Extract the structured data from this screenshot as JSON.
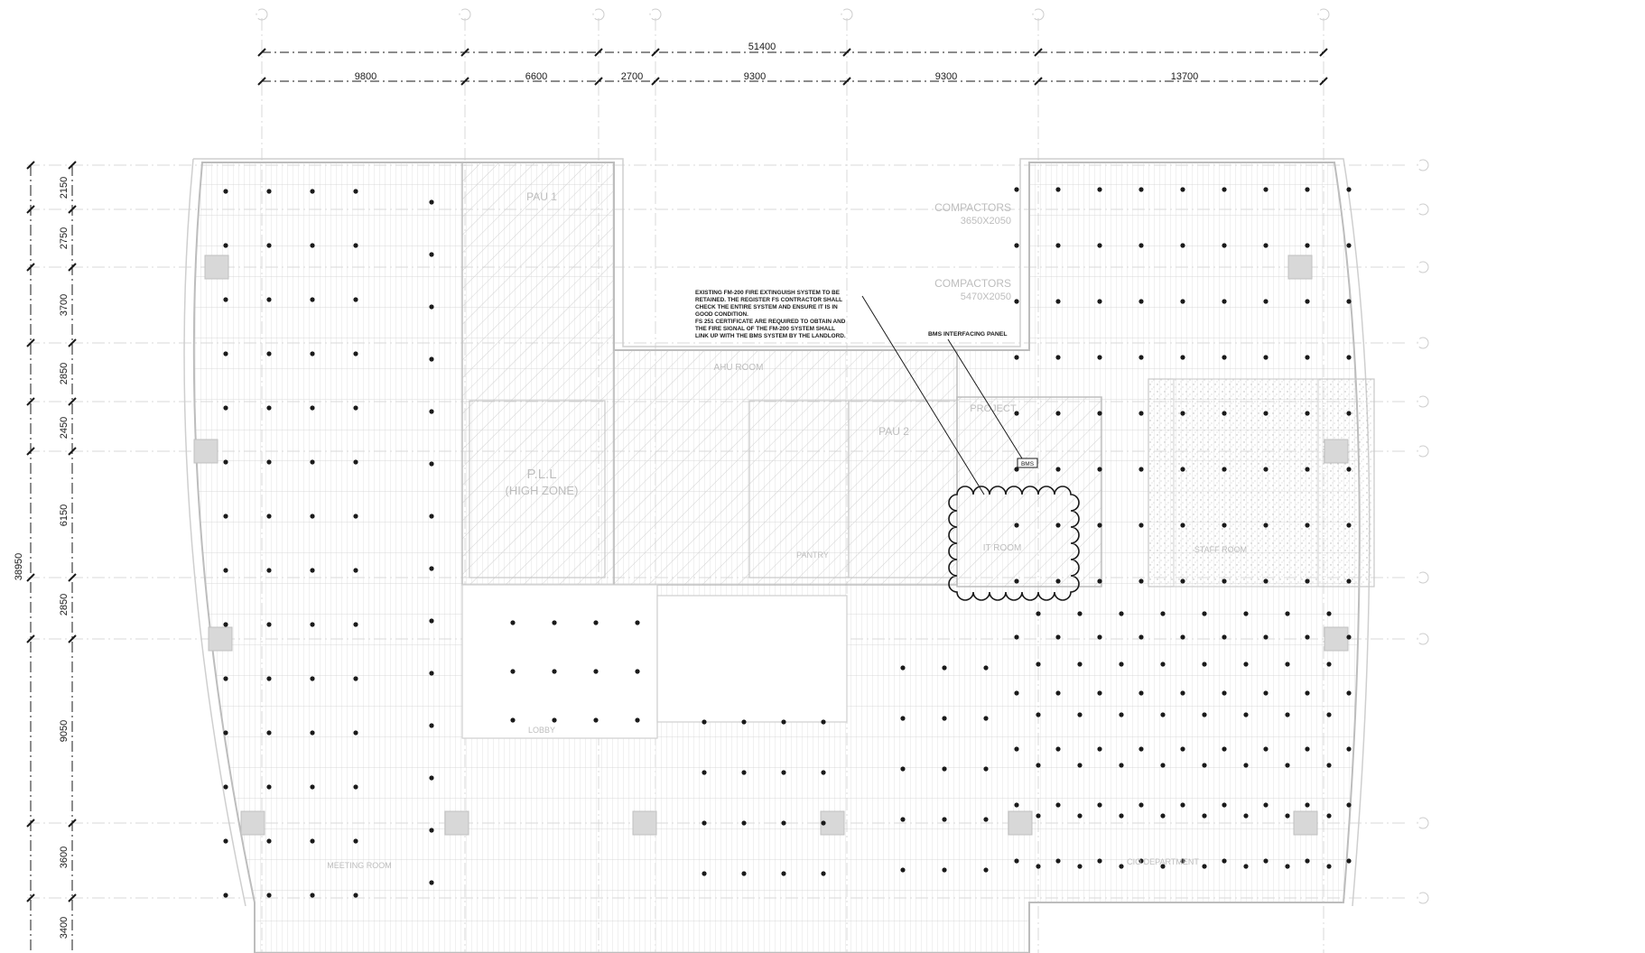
{
  "plan": {
    "overall_width_dim": "51400",
    "bay_dims": [
      "9800",
      "6600",
      "2700",
      "9300",
      "9300",
      "13700"
    ],
    "overall_height_dim": "38950",
    "row_dims": [
      "2150",
      "2750",
      "3700",
      "2850",
      "2450",
      "6150",
      "2850",
      "9050",
      "3600",
      "3400"
    ],
    "room_labels": {
      "pau1": "PAU 1",
      "pau2": "PAU 2",
      "pll": "P.L.L",
      "high_zone": "(HIGH ZONE)",
      "ahu_room": "AHU ROOM",
      "compactors1": "COMPACTORS",
      "compactors1_size": "3650X2050",
      "compactors2": "COMPACTORS",
      "compactors2_size": "5470X2050",
      "it_room": "IT ROOM",
      "lobby": "LOBBY",
      "pantry": "PANTRY",
      "project": "PROJECT",
      "meeting": "MEETING ROOM",
      "staff": "STAFF ROOM",
      "dept": "CIO DEPARTMENT"
    },
    "notes": {
      "fm200": [
        "EXISTING FM-200 FIRE EXTINGUISH SYSTEM TO BE",
        "RETAINED. THE REGISTER FS CONTRACTOR SHALL",
        "CHECK THE ENTIRE SYSTEM AND ENSURE IT IS IN",
        "GOOD CONDITION.",
        "FS 251 CERTIFICATE ARE REQUIRED TO OBTAIN AND",
        "THE FIRE SIGNAL OF THE FM-200 SYSTEM SHALL",
        "LINK UP WITH THE BMS SYSTEM BY THE LANDLORD."
      ],
      "bms_panel": "BMS INTERFACING PANEL",
      "bms_tag": "BMS"
    },
    "colors": {
      "line_dark": "#1a1a1a",
      "line_light": "#c8c8c8",
      "line_mid": "#9a9a9a",
      "text_light": "#bdbdbd"
    }
  }
}
